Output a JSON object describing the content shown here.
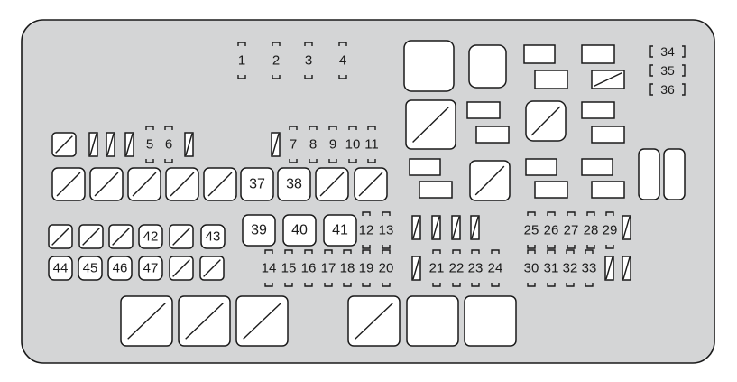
{
  "fuses": [
    {
      "label": "1"
    },
    {
      "label": "2"
    },
    {
      "label": "3"
    },
    {
      "label": "4"
    },
    {
      "label": "5"
    },
    {
      "label": "6"
    },
    {
      "label": "7"
    },
    {
      "label": "8"
    },
    {
      "label": "9"
    },
    {
      "label": "10"
    },
    {
      "label": "11"
    },
    {
      "label": "12"
    },
    {
      "label": "13"
    },
    {
      "label": "14"
    },
    {
      "label": "15"
    },
    {
      "label": "16"
    },
    {
      "label": "17"
    },
    {
      "label": "18"
    },
    {
      "label": "19"
    },
    {
      "label": "20"
    },
    {
      "label": "21"
    },
    {
      "label": "22"
    },
    {
      "label": "23"
    },
    {
      "label": "24"
    },
    {
      "label": "25"
    },
    {
      "label": "26"
    },
    {
      "label": "27"
    },
    {
      "label": "28"
    },
    {
      "label": "29"
    },
    {
      "label": "30"
    },
    {
      "label": "31"
    },
    {
      "label": "32"
    },
    {
      "label": "33"
    },
    {
      "label": "34"
    },
    {
      "label": "35"
    },
    {
      "label": "36"
    }
  ],
  "large_fuses": [
    {
      "label": "37"
    },
    {
      "label": "38"
    },
    {
      "label": "39"
    },
    {
      "label": "40"
    },
    {
      "label": "41"
    },
    {
      "label": "42"
    },
    {
      "label": "43"
    },
    {
      "label": "44"
    },
    {
      "label": "45"
    },
    {
      "label": "46"
    },
    {
      "label": "47"
    }
  ]
}
